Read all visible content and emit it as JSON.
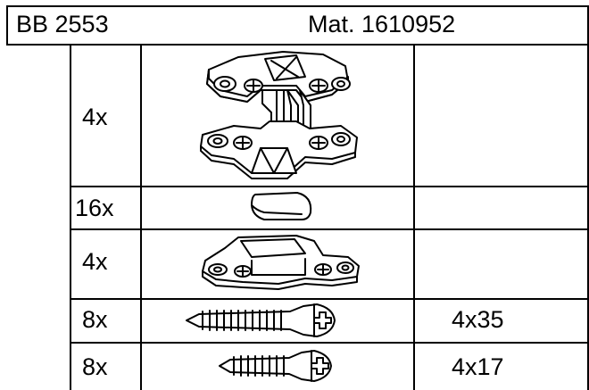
{
  "header": {
    "product_code": "BB 2553",
    "material_number": "Mat. 1610952"
  },
  "parts_table": {
    "rows": [
      {
        "quantity": "4x",
        "part_icon": "connector-fitting-icon",
        "size": ""
      },
      {
        "quantity": "16x",
        "part_icon": "cover-cap-icon",
        "size": ""
      },
      {
        "quantity": "4x",
        "part_icon": "bracket-icon",
        "size": ""
      },
      {
        "quantity": "8x",
        "part_icon": "screw-long-icon",
        "size": "4x35"
      },
      {
        "quantity": "8x",
        "part_icon": "screw-short-icon",
        "size": "4x17"
      }
    ]
  }
}
